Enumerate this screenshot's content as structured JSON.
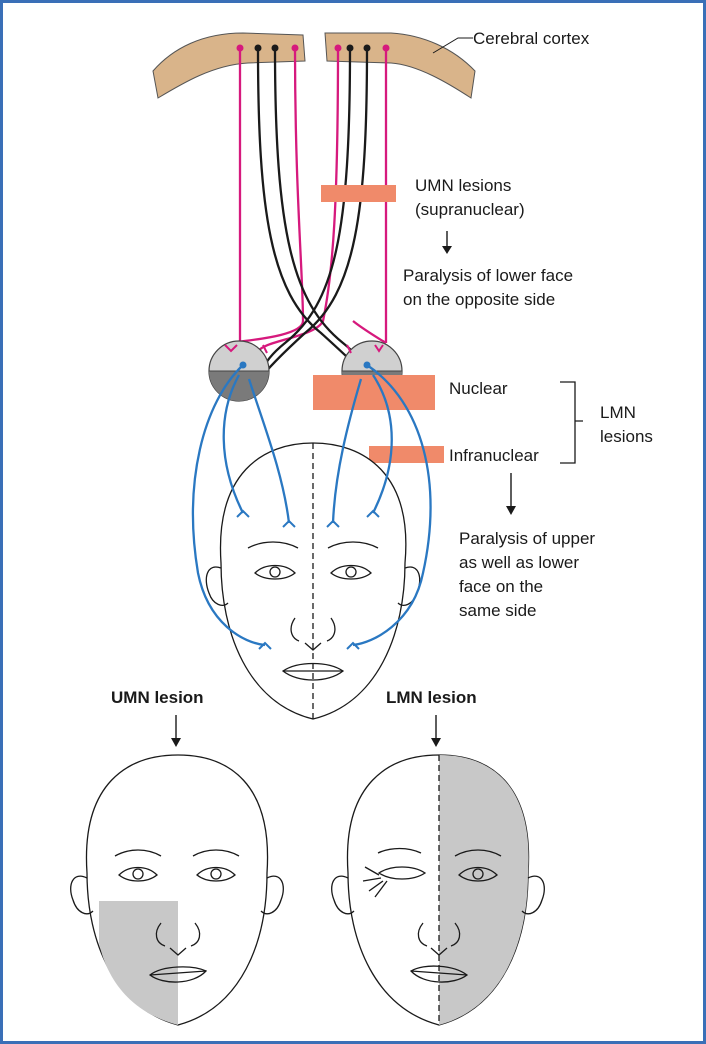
{
  "labels": {
    "cortex": "Cerebral cortex",
    "umn_lesions_1": "UMN lesions",
    "umn_lesions_2": "(supranuclear)",
    "umn_result_1": "Paralysis of lower face",
    "umn_result_2": "on the opposite side",
    "nuclear": "Nuclear",
    "infranuclear": "Infranuclear",
    "lmn_1": "LMN",
    "lmn_2": "lesions",
    "lmn_result_1": "Paralysis of upper",
    "lmn_result_2": "as well as lower",
    "lmn_result_3": "face on the",
    "lmn_result_4": "same side",
    "umn_face": "UMN lesion",
    "lmn_face": "LMN lesion"
  },
  "colors": {
    "frame": "#3a6fb7",
    "cortex": "#d9b48a",
    "upper_motor_pathway": "#d6197d",
    "corticobulbar_black": "#1a1a1a",
    "facial_nerve": "#2a78c2",
    "lesion_bar": "#f08a6a",
    "paralysis_shade": "#c8c8c8"
  }
}
